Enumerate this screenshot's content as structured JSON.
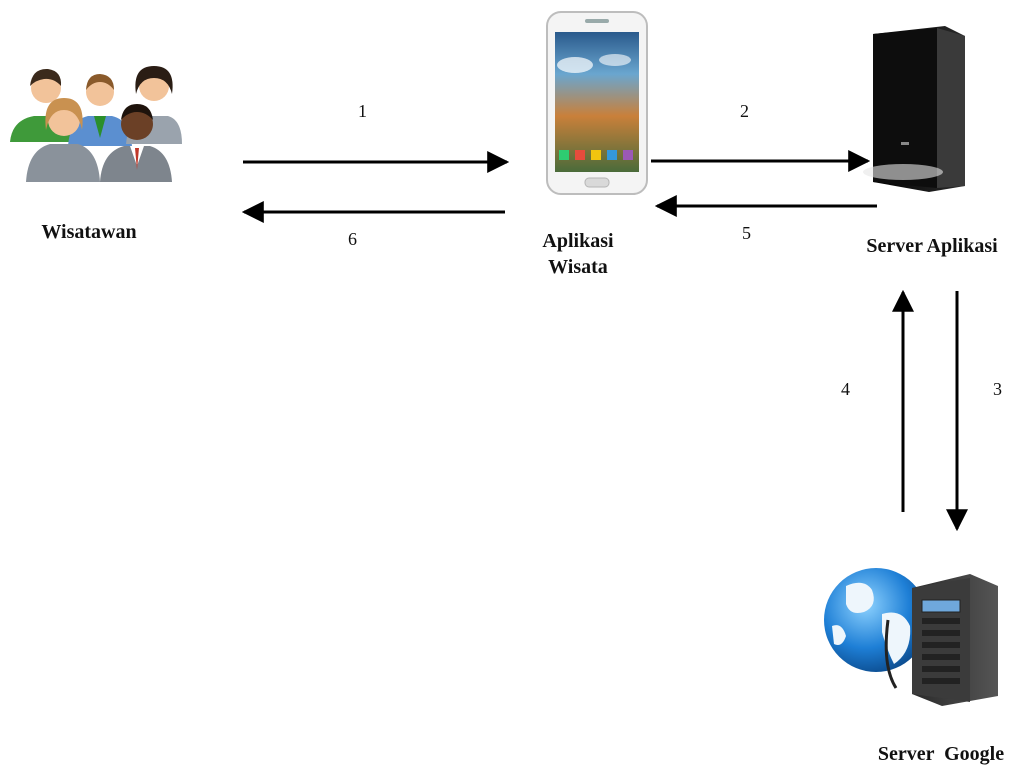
{
  "nodes": {
    "tourist": {
      "label": "Wisatawan",
      "icon": "people-group-icon"
    },
    "app": {
      "label_line1": "Aplikasi",
      "label_line2": "Wisata",
      "icon": "smartphone-icon"
    },
    "app_server": {
      "label": "Server Aplikasi",
      "icon": "server-tower-icon"
    },
    "google_server": {
      "label": "Server  Google",
      "icon": "globe-server-icon"
    }
  },
  "steps": {
    "s1": "1",
    "s2": "2",
    "s3": "3",
    "s4": "4",
    "s5": "5",
    "s6": "6"
  }
}
